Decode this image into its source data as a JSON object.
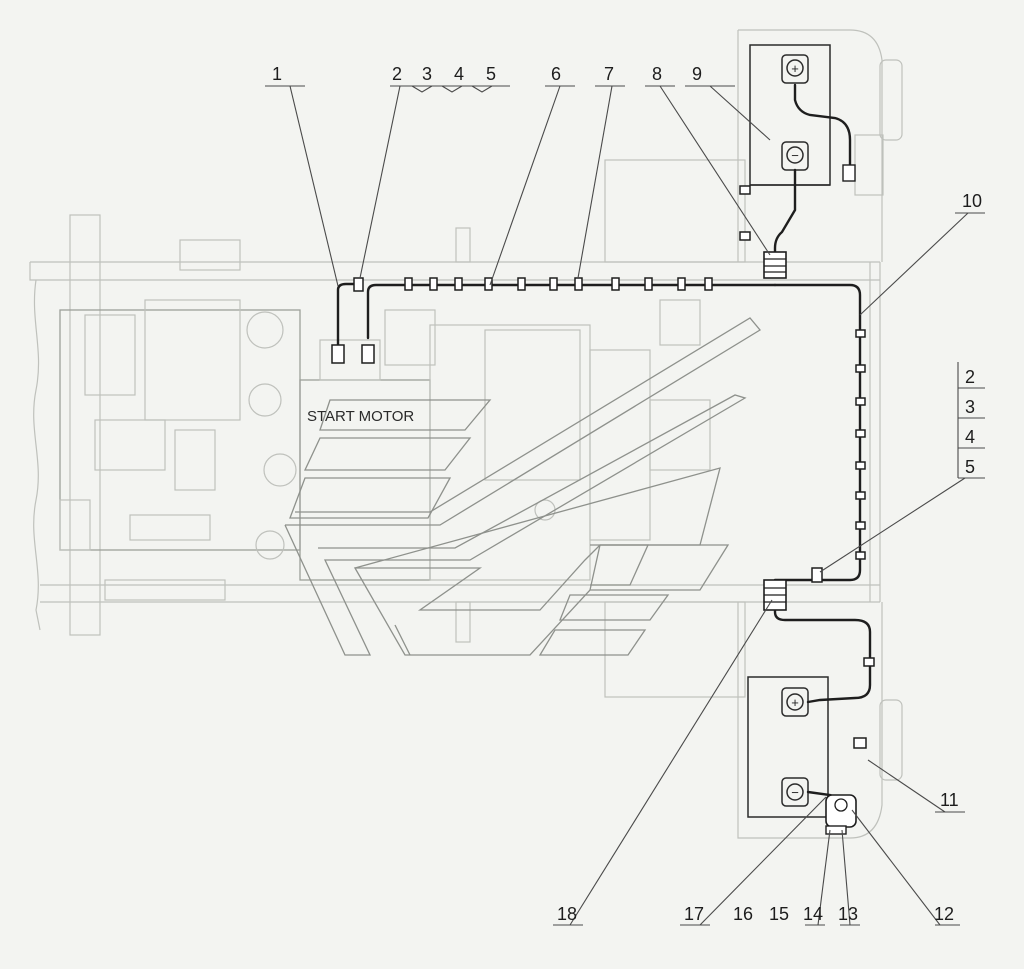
{
  "diagram": {
    "component_label": "START MOTOR",
    "callouts_top": [
      "1",
      "2",
      "3",
      "4",
      "5",
      "6",
      "7",
      "8",
      "9"
    ],
    "callout_right_10": "10",
    "callout_stack": [
      "2",
      "3",
      "4",
      "5"
    ],
    "callout_right_11": "11",
    "callouts_bottom": [
      "18",
      "17",
      "16",
      "15",
      "14",
      "13",
      "12"
    ]
  }
}
